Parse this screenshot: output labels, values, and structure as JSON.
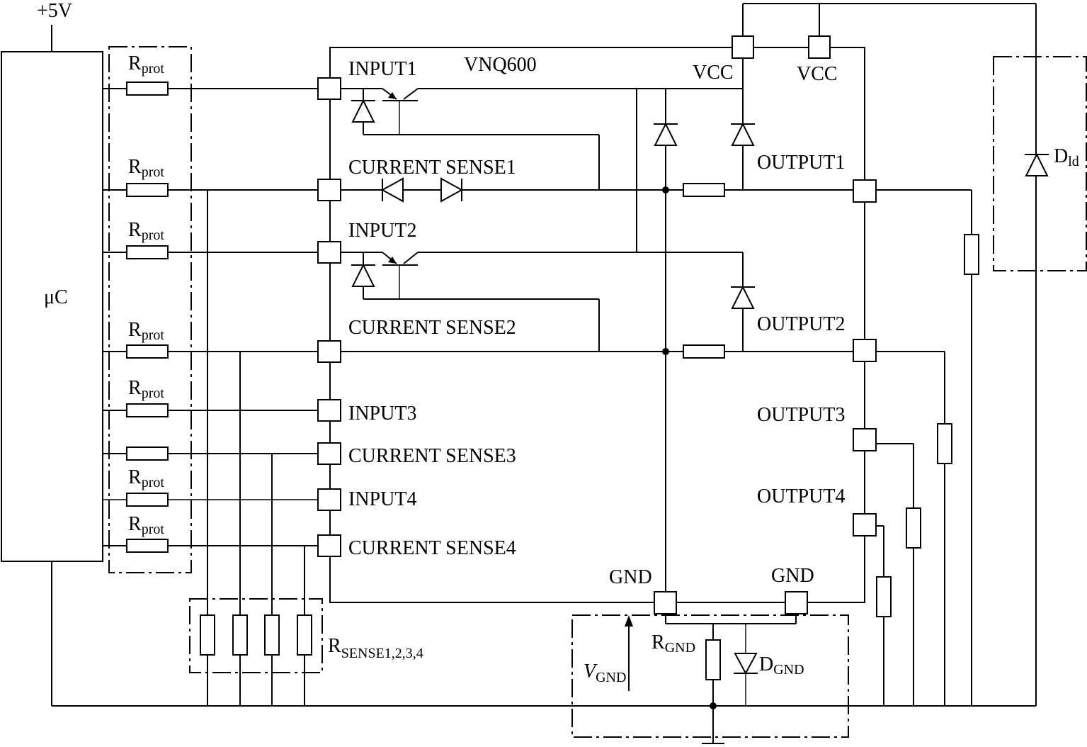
{
  "supply": {
    "label": "+5V"
  },
  "mcu": {
    "label": "μC"
  },
  "chip": {
    "name": "VNQ600",
    "pins": {
      "input1": "INPUT1",
      "current_sense1": "CURRENT SENSE1",
      "input2": "INPUT2",
      "current_sense2": "CURRENT SENSE2",
      "input3": "INPUT3",
      "current_sense3": "CURRENT SENSE3",
      "input4": "INPUT4",
      "current_sense4": "CURRENT SENSE4",
      "vcc_a": "VCC",
      "vcc_b": "VCC",
      "output1": "OUTPUT1",
      "output2": "OUTPUT2",
      "output3": "OUTPUT3",
      "output4": "OUTPUT4",
      "gnd_a": "GND",
      "gnd_b": "GND"
    }
  },
  "resistors": {
    "rprot": {
      "main": "R",
      "sub": "prot"
    },
    "rsense": {
      "main": "R",
      "sub": "SENSE1,2,3,4"
    },
    "rgnd": {
      "main": "R",
      "sub": "GND"
    }
  },
  "diodes": {
    "dld": {
      "main": "D",
      "sub": "ld"
    },
    "dgnd": {
      "main": "D",
      "sub": "GND"
    }
  },
  "vgnd": {
    "main": "V",
    "sub": "GND"
  }
}
